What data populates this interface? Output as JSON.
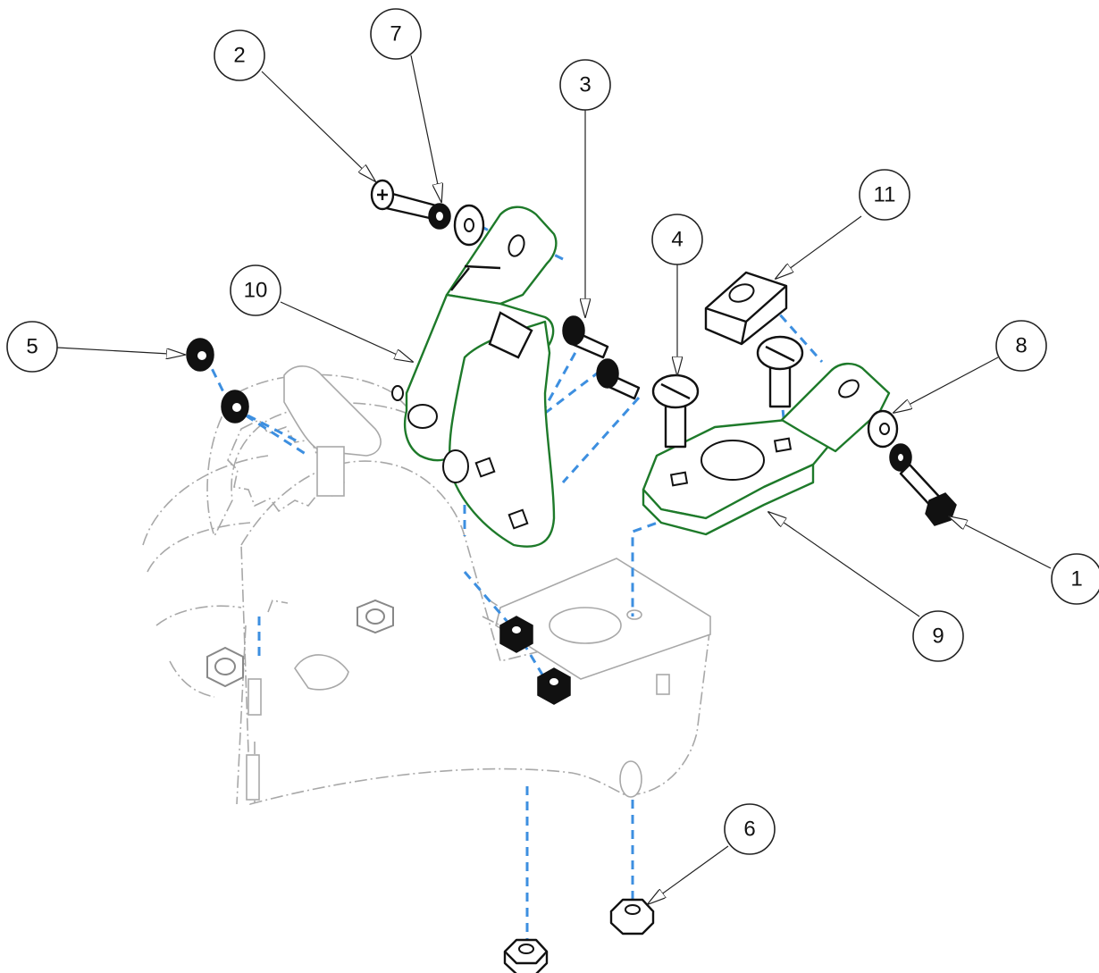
{
  "balloons": [
    {
      "id": "1",
      "label": "1"
    },
    {
      "id": "2",
      "label": "2"
    },
    {
      "id": "3",
      "label": "3"
    },
    {
      "id": "4",
      "label": "4"
    },
    {
      "id": "5",
      "label": "5"
    },
    {
      "id": "6",
      "label": "6"
    },
    {
      "id": "7",
      "label": "7"
    },
    {
      "id": "8",
      "label": "8"
    },
    {
      "id": "9",
      "label": "9"
    },
    {
      "id": "10",
      "label": "10"
    },
    {
      "id": "11",
      "label": "11"
    }
  ],
  "colors": {
    "highlight_part": "#1e7a2a",
    "assembly_path": "#3d8fe0",
    "reference_geometry": "#a8a8a8"
  }
}
